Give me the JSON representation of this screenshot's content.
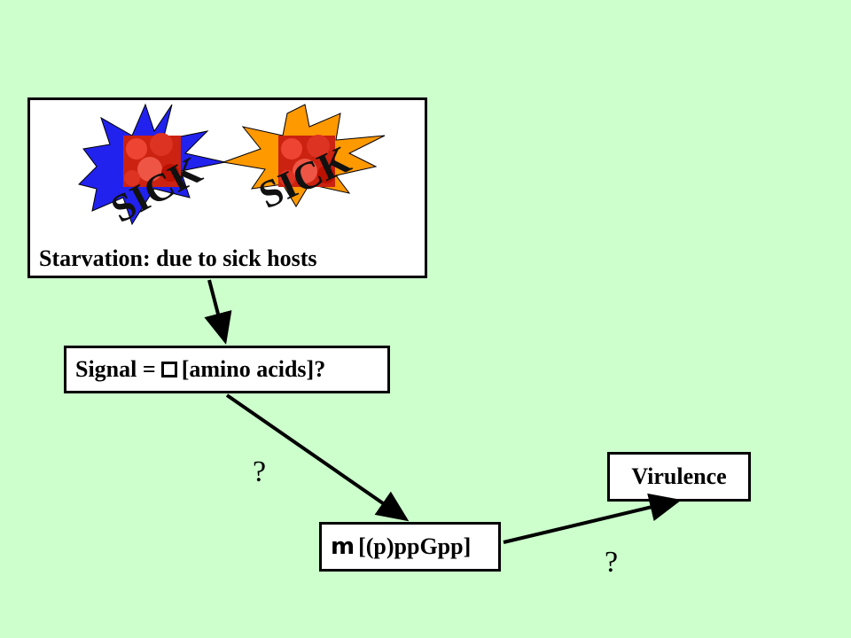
{
  "starvation": {
    "caption": "Starvation: due to sick hosts",
    "badges": [
      {
        "label": "SICK",
        "color": "#2222ee"
      },
      {
        "label": "SICK",
        "color": "#ff9900"
      }
    ]
  },
  "signal": {
    "prefix": "Signal =",
    "suffix": "[amino acids]?"
  },
  "ppgpp": {
    "glyph": "m",
    "label": "[(p)ppGpp]"
  },
  "virulence": {
    "label": "Virulence"
  },
  "unknowns": {
    "q1": "?",
    "q2": "?"
  },
  "colors": {
    "background": "#ccffcc",
    "box_fill": "#ffffff",
    "outline": "#000000"
  }
}
